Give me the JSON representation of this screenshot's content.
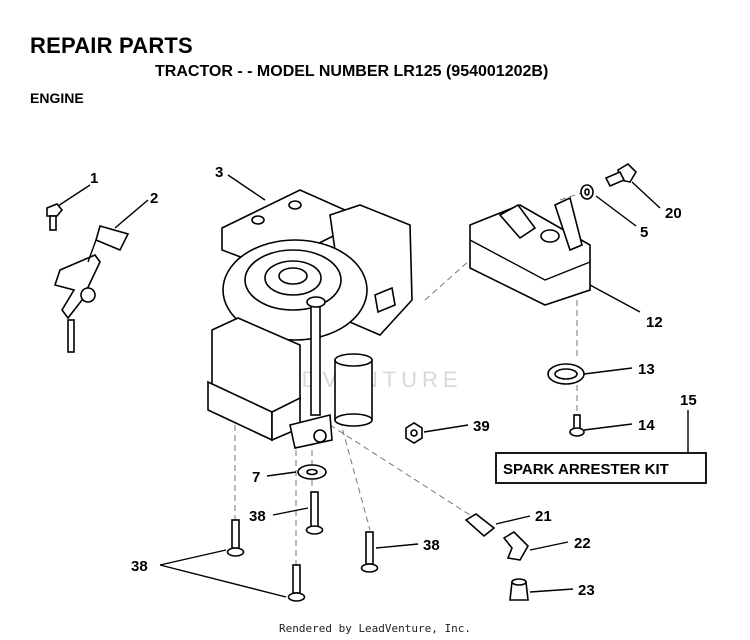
{
  "header": {
    "title": "REPAIR PARTS",
    "subtitle": "TRACTOR - - MODEL NUMBER LR125 (954001202B)",
    "section": "ENGINE"
  },
  "callouts": {
    "c1": "1",
    "c2": "2",
    "c3": "3",
    "c5": "5",
    "c7": "7",
    "c12": "12",
    "c13": "13",
    "c14": "14",
    "c15": "15",
    "c20": "20",
    "c21": "21",
    "c22": "22",
    "c23": "23",
    "c38a": "38",
    "c38b": "38",
    "c38c": "38",
    "c39": "39"
  },
  "kit_label": "SPARK ARRESTER KIT",
  "watermark": "LEADVENTURE",
  "footer": "Rendered by LeadVenture, Inc."
}
